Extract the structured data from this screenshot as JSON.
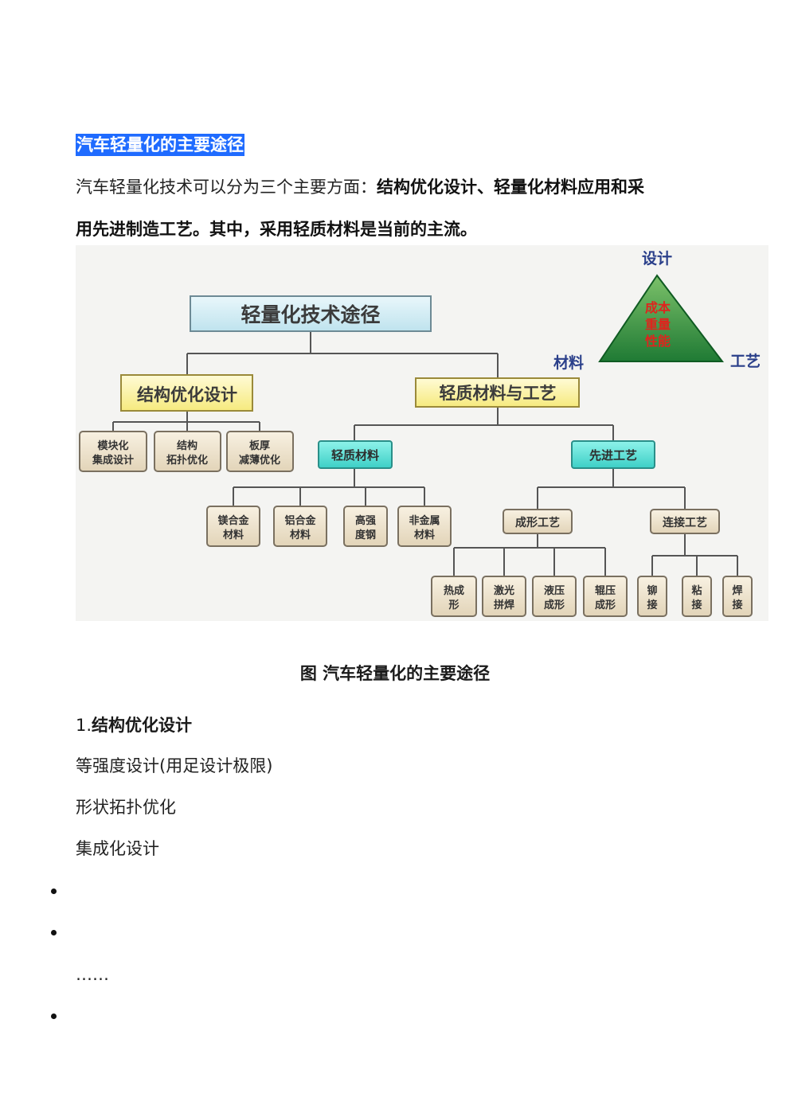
{
  "heading": "汽车轻量化的主要途径",
  "intro": {
    "normal": "汽车轻量化技术可以分为三个主要方面：",
    "bold1": "结构优化设计、轻量化材料应用和采",
    "bold2": "用先进制造工艺。其中，采用轻质材料是当前的主流。"
  },
  "diagram": {
    "root": "轻量化技术途径",
    "branch_left": "结构优化设计",
    "branch_right": "轻质材料与工艺",
    "left_children": [
      [
        "模块化",
        "集成设计"
      ],
      [
        "结构",
        "拓扑优化"
      ],
      [
        "板厚",
        "减薄优化"
      ]
    ],
    "materials": "轻质材料",
    "process": "先进工艺",
    "material_children": [
      [
        "镁合金",
        "材料"
      ],
      [
        "铝合金",
        "材料"
      ],
      [
        "高强",
        "度钢"
      ],
      [
        "非金属",
        "材料"
      ]
    ],
    "forming": "成形工艺",
    "joining": "连接工艺",
    "forming_children": [
      [
        "热成",
        "形"
      ],
      [
        "激光",
        "拼焊"
      ],
      [
        "液压",
        "成形"
      ],
      [
        "辊压",
        "成形"
      ]
    ],
    "joining_children": [
      [
        "铆",
        "接"
      ],
      [
        "粘",
        "接"
      ],
      [
        "焊",
        "接"
      ]
    ],
    "triangle": {
      "top": "设计",
      "left": "材料",
      "right": "工艺",
      "center": [
        "成本",
        "重量",
        "性能"
      ]
    }
  },
  "caption": "图 汽车轻量化的主要途径",
  "section": {
    "number": "1.",
    "title": "结构优化设计"
  },
  "items": [
    "等强度设计(用足设计极限)",
    "形状拓扑优化",
    "集成化设计"
  ],
  "ellipsis": "……"
}
